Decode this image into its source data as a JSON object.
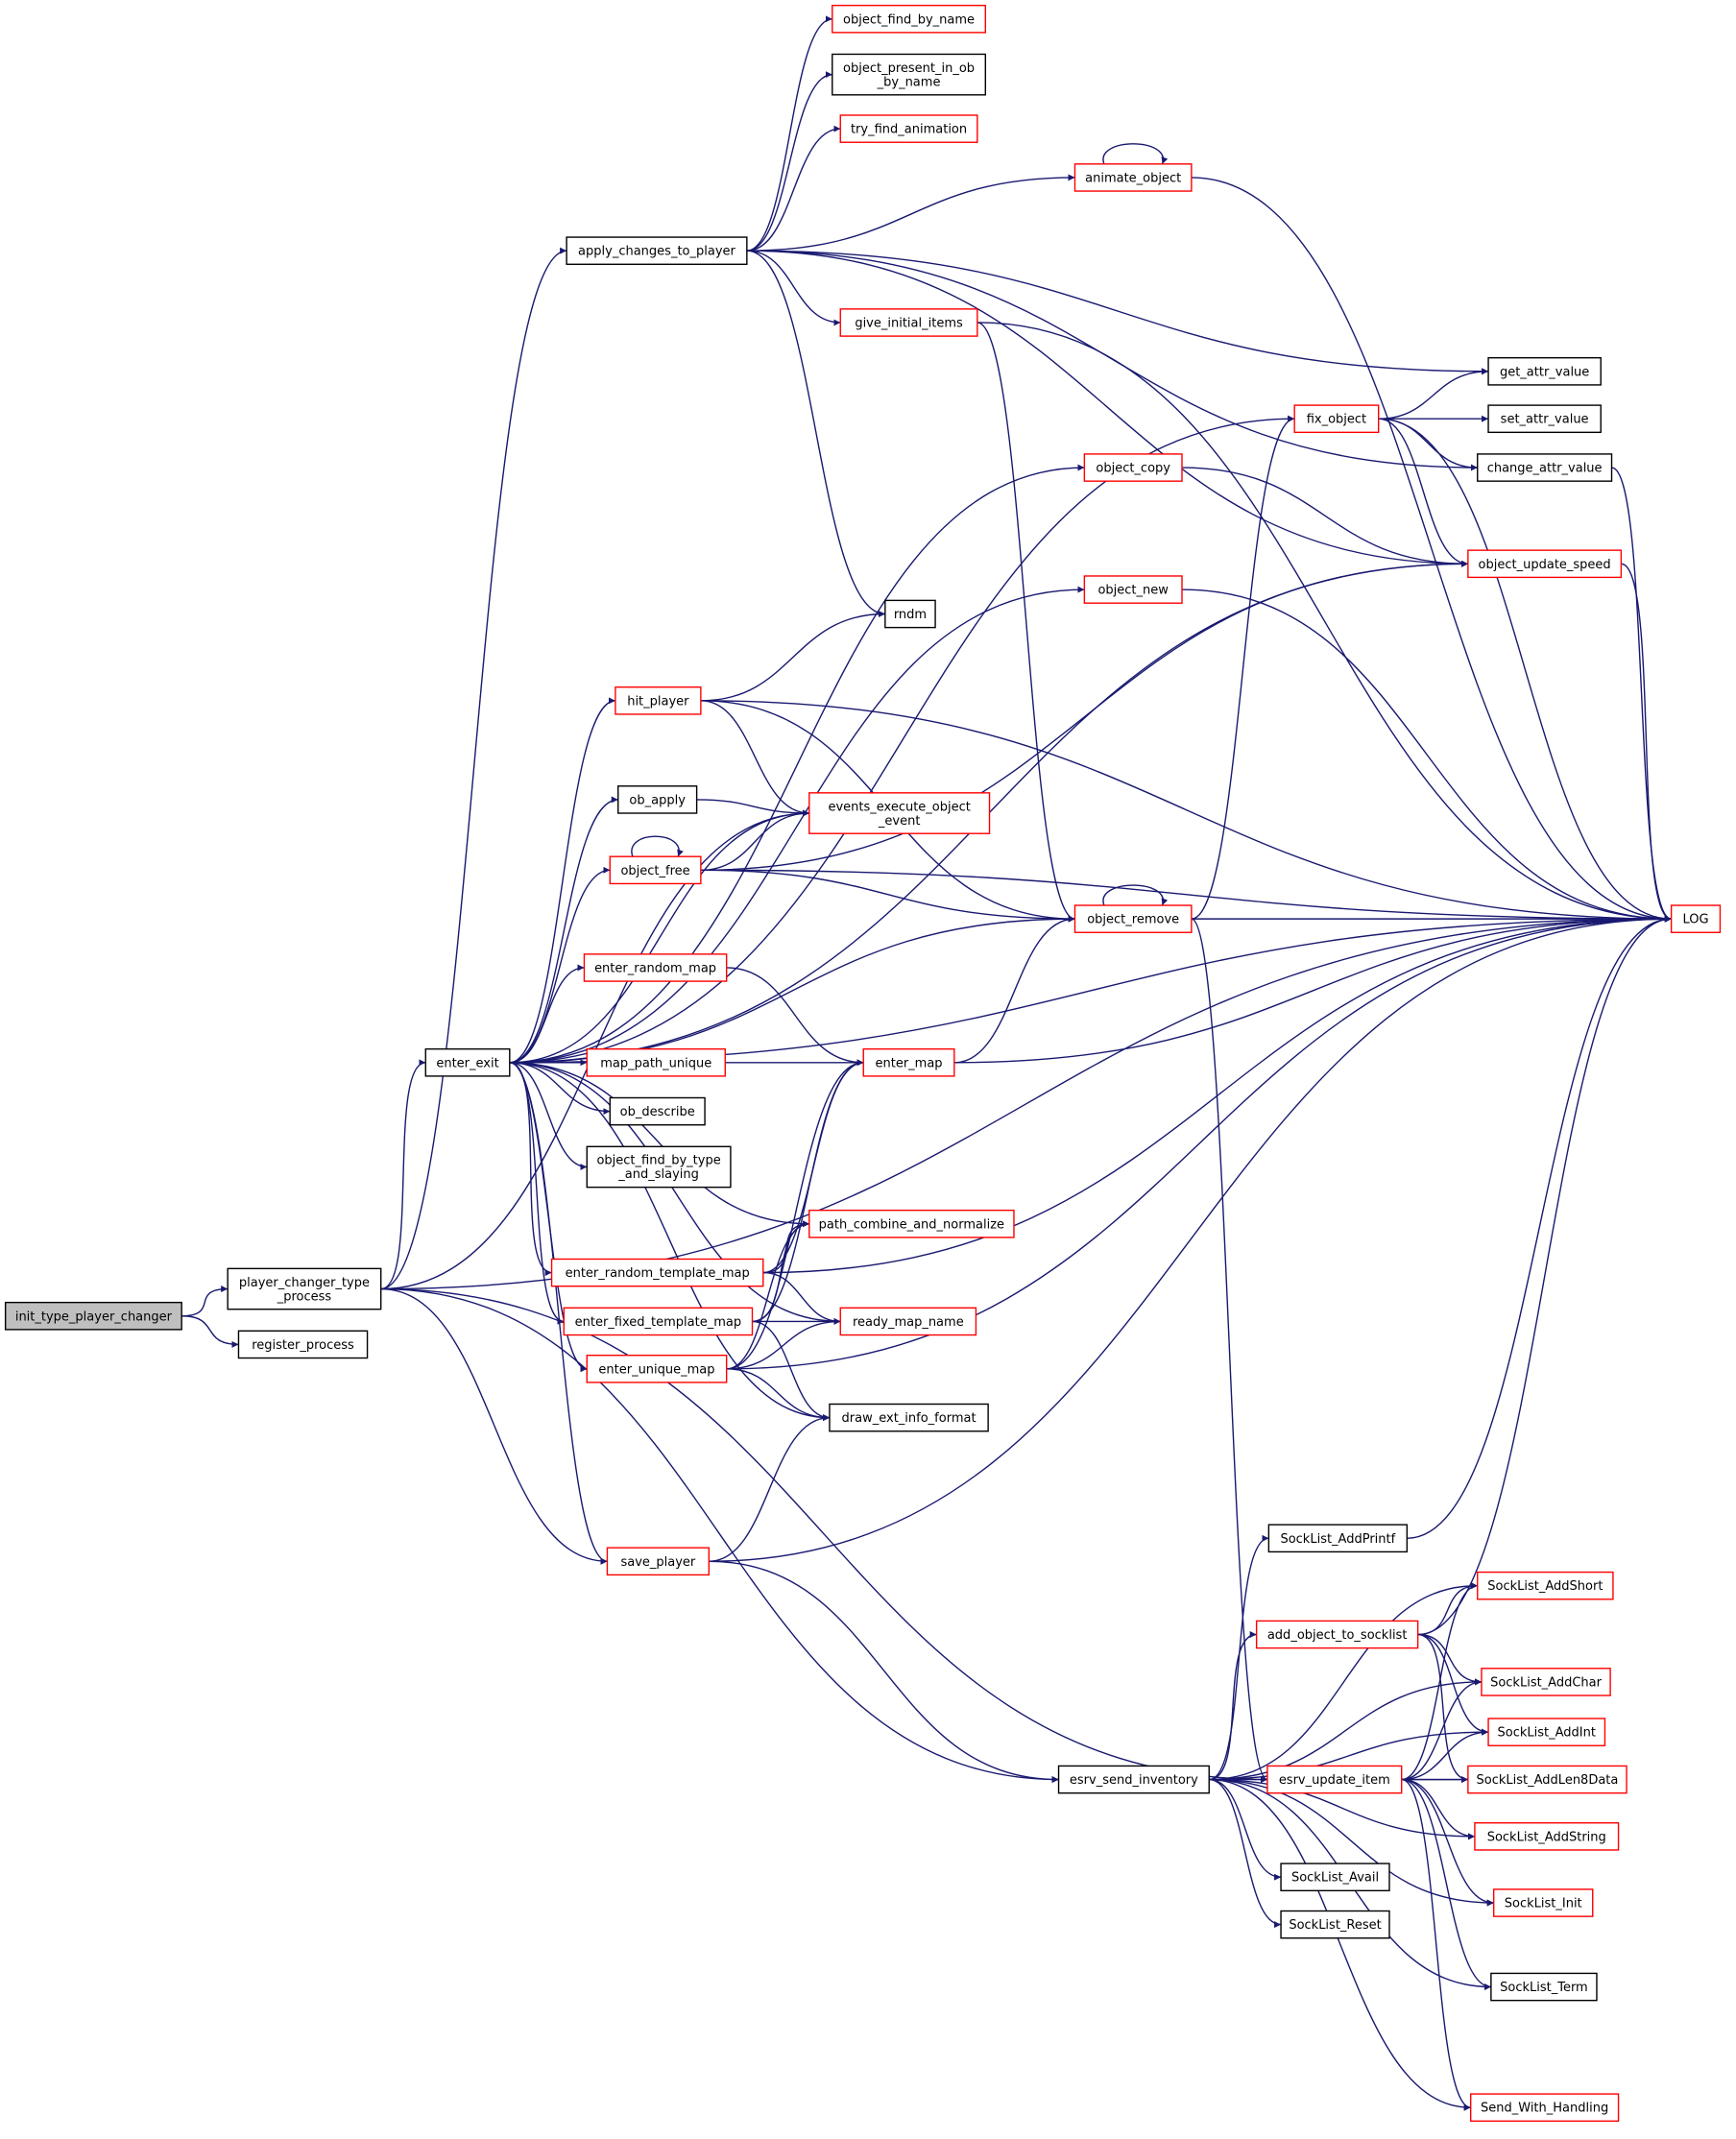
{
  "colors": {
    "edge": "#191970",
    "node_fill": "#ffffff",
    "root_fill": "#bfbfbf",
    "border_default": "#000000",
    "border_more_calls": "#ff0000"
  },
  "nodes": [
    {
      "id": "init_type_player_changer",
      "lines": [
        "init_type_player_changer"
      ],
      "border": "black",
      "root": true
    },
    {
      "id": "player_changer_type_process",
      "lines": [
        "player_changer_type",
        "_process"
      ],
      "border": "black"
    },
    {
      "id": "register_process",
      "lines": [
        "register_process"
      ],
      "border": "black"
    },
    {
      "id": "apply_changes_to_player",
      "lines": [
        "apply_changes_to_player"
      ],
      "border": "black"
    },
    {
      "id": "enter_exit",
      "lines": [
        "enter_exit"
      ],
      "border": "black"
    },
    {
      "id": "save_player",
      "lines": [
        "save_player"
      ],
      "border": "red"
    },
    {
      "id": "esrv_send_inventory",
      "lines": [
        "esrv_send_inventory"
      ],
      "border": "black"
    },
    {
      "id": "object_find_by_name",
      "lines": [
        "object_find_by_name"
      ],
      "border": "red"
    },
    {
      "id": "object_present_in_ob_by_name",
      "lines": [
        "object_present_in_ob",
        "_by_name"
      ],
      "border": "black"
    },
    {
      "id": "try_find_animation",
      "lines": [
        "try_find_animation"
      ],
      "border": "red"
    },
    {
      "id": "animate_object",
      "lines": [
        "animate_object"
      ],
      "border": "red"
    },
    {
      "id": "give_initial_items",
      "lines": [
        "give_initial_items"
      ],
      "border": "red"
    },
    {
      "id": "get_attr_value",
      "lines": [
        "get_attr_value"
      ],
      "border": "black"
    },
    {
      "id": "set_attr_value",
      "lines": [
        "set_attr_value"
      ],
      "border": "black"
    },
    {
      "id": "fix_object",
      "lines": [
        "fix_object"
      ],
      "border": "red"
    },
    {
      "id": "change_attr_value",
      "lines": [
        "change_attr_value"
      ],
      "border": "black"
    },
    {
      "id": "object_copy",
      "lines": [
        "object_copy"
      ],
      "border": "red"
    },
    {
      "id": "object_update_speed",
      "lines": [
        "object_update_speed"
      ],
      "border": "red"
    },
    {
      "id": "object_new",
      "lines": [
        "object_new"
      ],
      "border": "red"
    },
    {
      "id": "rndm",
      "lines": [
        "rndm"
      ],
      "border": "black"
    },
    {
      "id": "hit_player",
      "lines": [
        "hit_player"
      ],
      "border": "red"
    },
    {
      "id": "ob_apply",
      "lines": [
        "ob_apply"
      ],
      "border": "black"
    },
    {
      "id": "events_execute_object_event",
      "lines": [
        "events_execute_object",
        "_event"
      ],
      "border": "red"
    },
    {
      "id": "object_free",
      "lines": [
        "object_free"
      ],
      "border": "red"
    },
    {
      "id": "object_remove",
      "lines": [
        "object_remove"
      ],
      "border": "red"
    },
    {
      "id": "LOG",
      "lines": [
        "LOG"
      ],
      "border": "red"
    },
    {
      "id": "enter_random_map",
      "lines": [
        "enter_random_map"
      ],
      "border": "red"
    },
    {
      "id": "enter_map",
      "lines": [
        "enter_map"
      ],
      "border": "red"
    },
    {
      "id": "map_path_unique",
      "lines": [
        "map_path_unique"
      ],
      "border": "red"
    },
    {
      "id": "ob_describe",
      "lines": [
        "ob_describe"
      ],
      "border": "black"
    },
    {
      "id": "object_find_by_type_and_slaying",
      "lines": [
        "object_find_by_type",
        "_and_slaying"
      ],
      "border": "black"
    },
    {
      "id": "path_combine_and_normalize",
      "lines": [
        "path_combine_and_normalize"
      ],
      "border": "red"
    },
    {
      "id": "enter_random_template_map",
      "lines": [
        "enter_random_template_map"
      ],
      "border": "red"
    },
    {
      "id": "enter_fixed_template_map",
      "lines": [
        "enter_fixed_template_map"
      ],
      "border": "red"
    },
    {
      "id": "ready_map_name",
      "lines": [
        "ready_map_name"
      ],
      "border": "red"
    },
    {
      "id": "enter_unique_map",
      "lines": [
        "enter_unique_map"
      ],
      "border": "red"
    },
    {
      "id": "draw_ext_info_format",
      "lines": [
        "draw_ext_info_format"
      ],
      "border": "black"
    },
    {
      "id": "SockList_AddPrintf",
      "lines": [
        "SockList_AddPrintf"
      ],
      "border": "black"
    },
    {
      "id": "SockList_AddShort",
      "lines": [
        "SockList_AddShort"
      ],
      "border": "red"
    },
    {
      "id": "add_object_to_socklist",
      "lines": [
        "add_object_to_socklist"
      ],
      "border": "red"
    },
    {
      "id": "SockList_AddChar",
      "lines": [
        "SockList_AddChar"
      ],
      "border": "red"
    },
    {
      "id": "SockList_AddInt",
      "lines": [
        "SockList_AddInt"
      ],
      "border": "red"
    },
    {
      "id": "esrv_update_item",
      "lines": [
        "esrv_update_item"
      ],
      "border": "red"
    },
    {
      "id": "SockList_AddLen8Data",
      "lines": [
        "SockList_AddLen8Data"
      ],
      "border": "red"
    },
    {
      "id": "SockList_AddString",
      "lines": [
        "SockList_AddString"
      ],
      "border": "red"
    },
    {
      "id": "SockList_Avail",
      "lines": [
        "SockList_Avail"
      ],
      "border": "black"
    },
    {
      "id": "SockList_Reset",
      "lines": [
        "SockList_Reset"
      ],
      "border": "black"
    },
    {
      "id": "SockList_Init",
      "lines": [
        "SockList_Init"
      ],
      "border": "red"
    },
    {
      "id": "SockList_Term",
      "lines": [
        "SockList_Term"
      ],
      "border": "black"
    },
    {
      "id": "Send_With_Handling",
      "lines": [
        "Send_With_Handling"
      ],
      "border": "red"
    }
  ],
  "edges": [
    [
      "init_type_player_changer",
      "player_changer_type_process"
    ],
    [
      "init_type_player_changer",
      "register_process"
    ],
    [
      "player_changer_type_process",
      "apply_changes_to_player"
    ],
    [
      "player_changer_type_process",
      "enter_exit"
    ],
    [
      "player_changer_type_process",
      "events_execute_object_event"
    ],
    [
      "player_changer_type_process",
      "save_player"
    ],
    [
      "player_changer_type_process",
      "esrv_send_inventory"
    ],
    [
      "player_changer_type_process",
      "esrv_update_item"
    ],
    [
      "player_changer_type_process",
      "LOG"
    ],
    [
      "apply_changes_to_player",
      "object_find_by_name"
    ],
    [
      "apply_changes_to_player",
      "object_present_in_ob_by_name"
    ],
    [
      "apply_changes_to_player",
      "try_find_animation"
    ],
    [
      "apply_changes_to_player",
      "animate_object"
    ],
    [
      "apply_changes_to_player",
      "give_initial_items"
    ],
    [
      "apply_changes_to_player",
      "get_attr_value"
    ],
    [
      "apply_changes_to_player",
      "change_attr_value"
    ],
    [
      "apply_changes_to_player",
      "object_update_speed"
    ],
    [
      "apply_changes_to_player",
      "rndm"
    ],
    [
      "animate_object",
      "animate_object"
    ],
    [
      "animate_object",
      "LOG"
    ],
    [
      "give_initial_items",
      "object_remove"
    ],
    [
      "give_initial_items",
      "LOG"
    ],
    [
      "fix_object",
      "get_attr_value"
    ],
    [
      "fix_object",
      "set_attr_value"
    ],
    [
      "fix_object",
      "change_attr_value"
    ],
    [
      "fix_object",
      "object_update_speed"
    ],
    [
      "fix_object",
      "LOG"
    ],
    [
      "change_attr_value",
      "LOG"
    ],
    [
      "object_copy",
      "object_update_speed"
    ],
    [
      "object_update_speed",
      "LOG"
    ],
    [
      "object_new",
      "LOG"
    ],
    [
      "enter_exit",
      "fix_object"
    ],
    [
      "enter_exit",
      "object_copy"
    ],
    [
      "enter_exit",
      "object_update_speed"
    ],
    [
      "enter_exit",
      "object_new"
    ],
    [
      "enter_exit",
      "LOG"
    ],
    [
      "enter_exit",
      "hit_player"
    ],
    [
      "enter_exit",
      "events_execute_object_event"
    ],
    [
      "enter_exit",
      "ob_apply"
    ],
    [
      "enter_exit",
      "object_free"
    ],
    [
      "enter_exit",
      "object_remove"
    ],
    [
      "enter_exit",
      "enter_random_map"
    ],
    [
      "enter_exit",
      "enter_map"
    ],
    [
      "enter_exit",
      "map_path_unique"
    ],
    [
      "enter_exit",
      "ob_describe"
    ],
    [
      "enter_exit",
      "object_find_by_type_and_slaying"
    ],
    [
      "enter_exit",
      "path_combine_and_normalize"
    ],
    [
      "enter_exit",
      "enter_random_template_map"
    ],
    [
      "enter_exit",
      "enter_fixed_template_map"
    ],
    [
      "enter_exit",
      "enter_unique_map"
    ],
    [
      "enter_exit",
      "ready_map_name"
    ],
    [
      "enter_exit",
      "draw_ext_info_format"
    ],
    [
      "enter_exit",
      "save_player"
    ],
    [
      "hit_player",
      "rndm"
    ],
    [
      "hit_player",
      "events_execute_object_event"
    ],
    [
      "hit_player",
      "object_remove"
    ],
    [
      "hit_player",
      "LOG"
    ],
    [
      "ob_apply",
      "events_execute_object_event"
    ],
    [
      "object_free",
      "object_free"
    ],
    [
      "object_free",
      "events_execute_object_event"
    ],
    [
      "object_free",
      "object_update_speed"
    ],
    [
      "object_free",
      "object_remove"
    ],
    [
      "object_free",
      "LOG"
    ],
    [
      "object_remove",
      "object_remove"
    ],
    [
      "object_remove",
      "fix_object"
    ],
    [
      "object_remove",
      "LOG"
    ],
    [
      "object_remove",
      "esrv_update_item"
    ],
    [
      "enter_random_map",
      "enter_map"
    ],
    [
      "enter_map",
      "object_remove"
    ],
    [
      "enter_map",
      "LOG"
    ],
    [
      "enter_random_template_map",
      "enter_map"
    ],
    [
      "enter_random_template_map",
      "path_combine_and_normalize"
    ],
    [
      "enter_random_template_map",
      "ready_map_name"
    ],
    [
      "enter_random_template_map",
      "LOG"
    ],
    [
      "enter_fixed_template_map",
      "enter_map"
    ],
    [
      "enter_fixed_template_map",
      "path_combine_and_normalize"
    ],
    [
      "enter_fixed_template_map",
      "ready_map_name"
    ],
    [
      "enter_fixed_template_map",
      "draw_ext_info_format"
    ],
    [
      "enter_unique_map",
      "enter_map"
    ],
    [
      "enter_unique_map",
      "path_combine_and_normalize"
    ],
    [
      "enter_unique_map",
      "ready_map_name"
    ],
    [
      "enter_unique_map",
      "draw_ext_info_format"
    ],
    [
      "enter_unique_map",
      "LOG"
    ],
    [
      "save_player",
      "draw_ext_info_format"
    ],
    [
      "save_player",
      "LOG"
    ],
    [
      "save_player",
      "esrv_send_inventory"
    ],
    [
      "esrv_send_inventory",
      "SockList_AddPrintf"
    ],
    [
      "esrv_send_inventory",
      "SockList_AddShort"
    ],
    [
      "esrv_send_inventory",
      "add_object_to_socklist"
    ],
    [
      "esrv_send_inventory",
      "SockList_AddChar"
    ],
    [
      "esrv_send_inventory",
      "SockList_AddInt"
    ],
    [
      "esrv_send_inventory",
      "SockList_AddLen8Data"
    ],
    [
      "esrv_send_inventory",
      "SockList_AddString"
    ],
    [
      "esrv_send_inventory",
      "SockList_Avail"
    ],
    [
      "esrv_send_inventory",
      "SockList_Reset"
    ],
    [
      "esrv_send_inventory",
      "SockList_Init"
    ],
    [
      "esrv_send_inventory",
      "SockList_Term"
    ],
    [
      "esrv_send_inventory",
      "Send_With_Handling"
    ],
    [
      "SockList_AddPrintf",
      "LOG"
    ],
    [
      "add_object_to_socklist",
      "SockList_AddShort"
    ],
    [
      "add_object_to_socklist",
      "SockList_AddChar"
    ],
    [
      "add_object_to_socklist",
      "SockList_AddInt"
    ],
    [
      "add_object_to_socklist",
      "SockList_AddLen8Data"
    ],
    [
      "add_object_to_socklist",
      "LOG"
    ],
    [
      "esrv_update_item",
      "SockList_AddShort"
    ],
    [
      "esrv_update_item",
      "SockList_AddChar"
    ],
    [
      "esrv_update_item",
      "SockList_AddInt"
    ],
    [
      "esrv_update_item",
      "SockList_AddLen8Data"
    ],
    [
      "esrv_update_item",
      "SockList_AddString"
    ],
    [
      "esrv_update_item",
      "SockList_Init"
    ],
    [
      "esrv_update_item",
      "SockList_Term"
    ],
    [
      "esrv_update_item",
      "Send_With_Handling"
    ]
  ]
}
